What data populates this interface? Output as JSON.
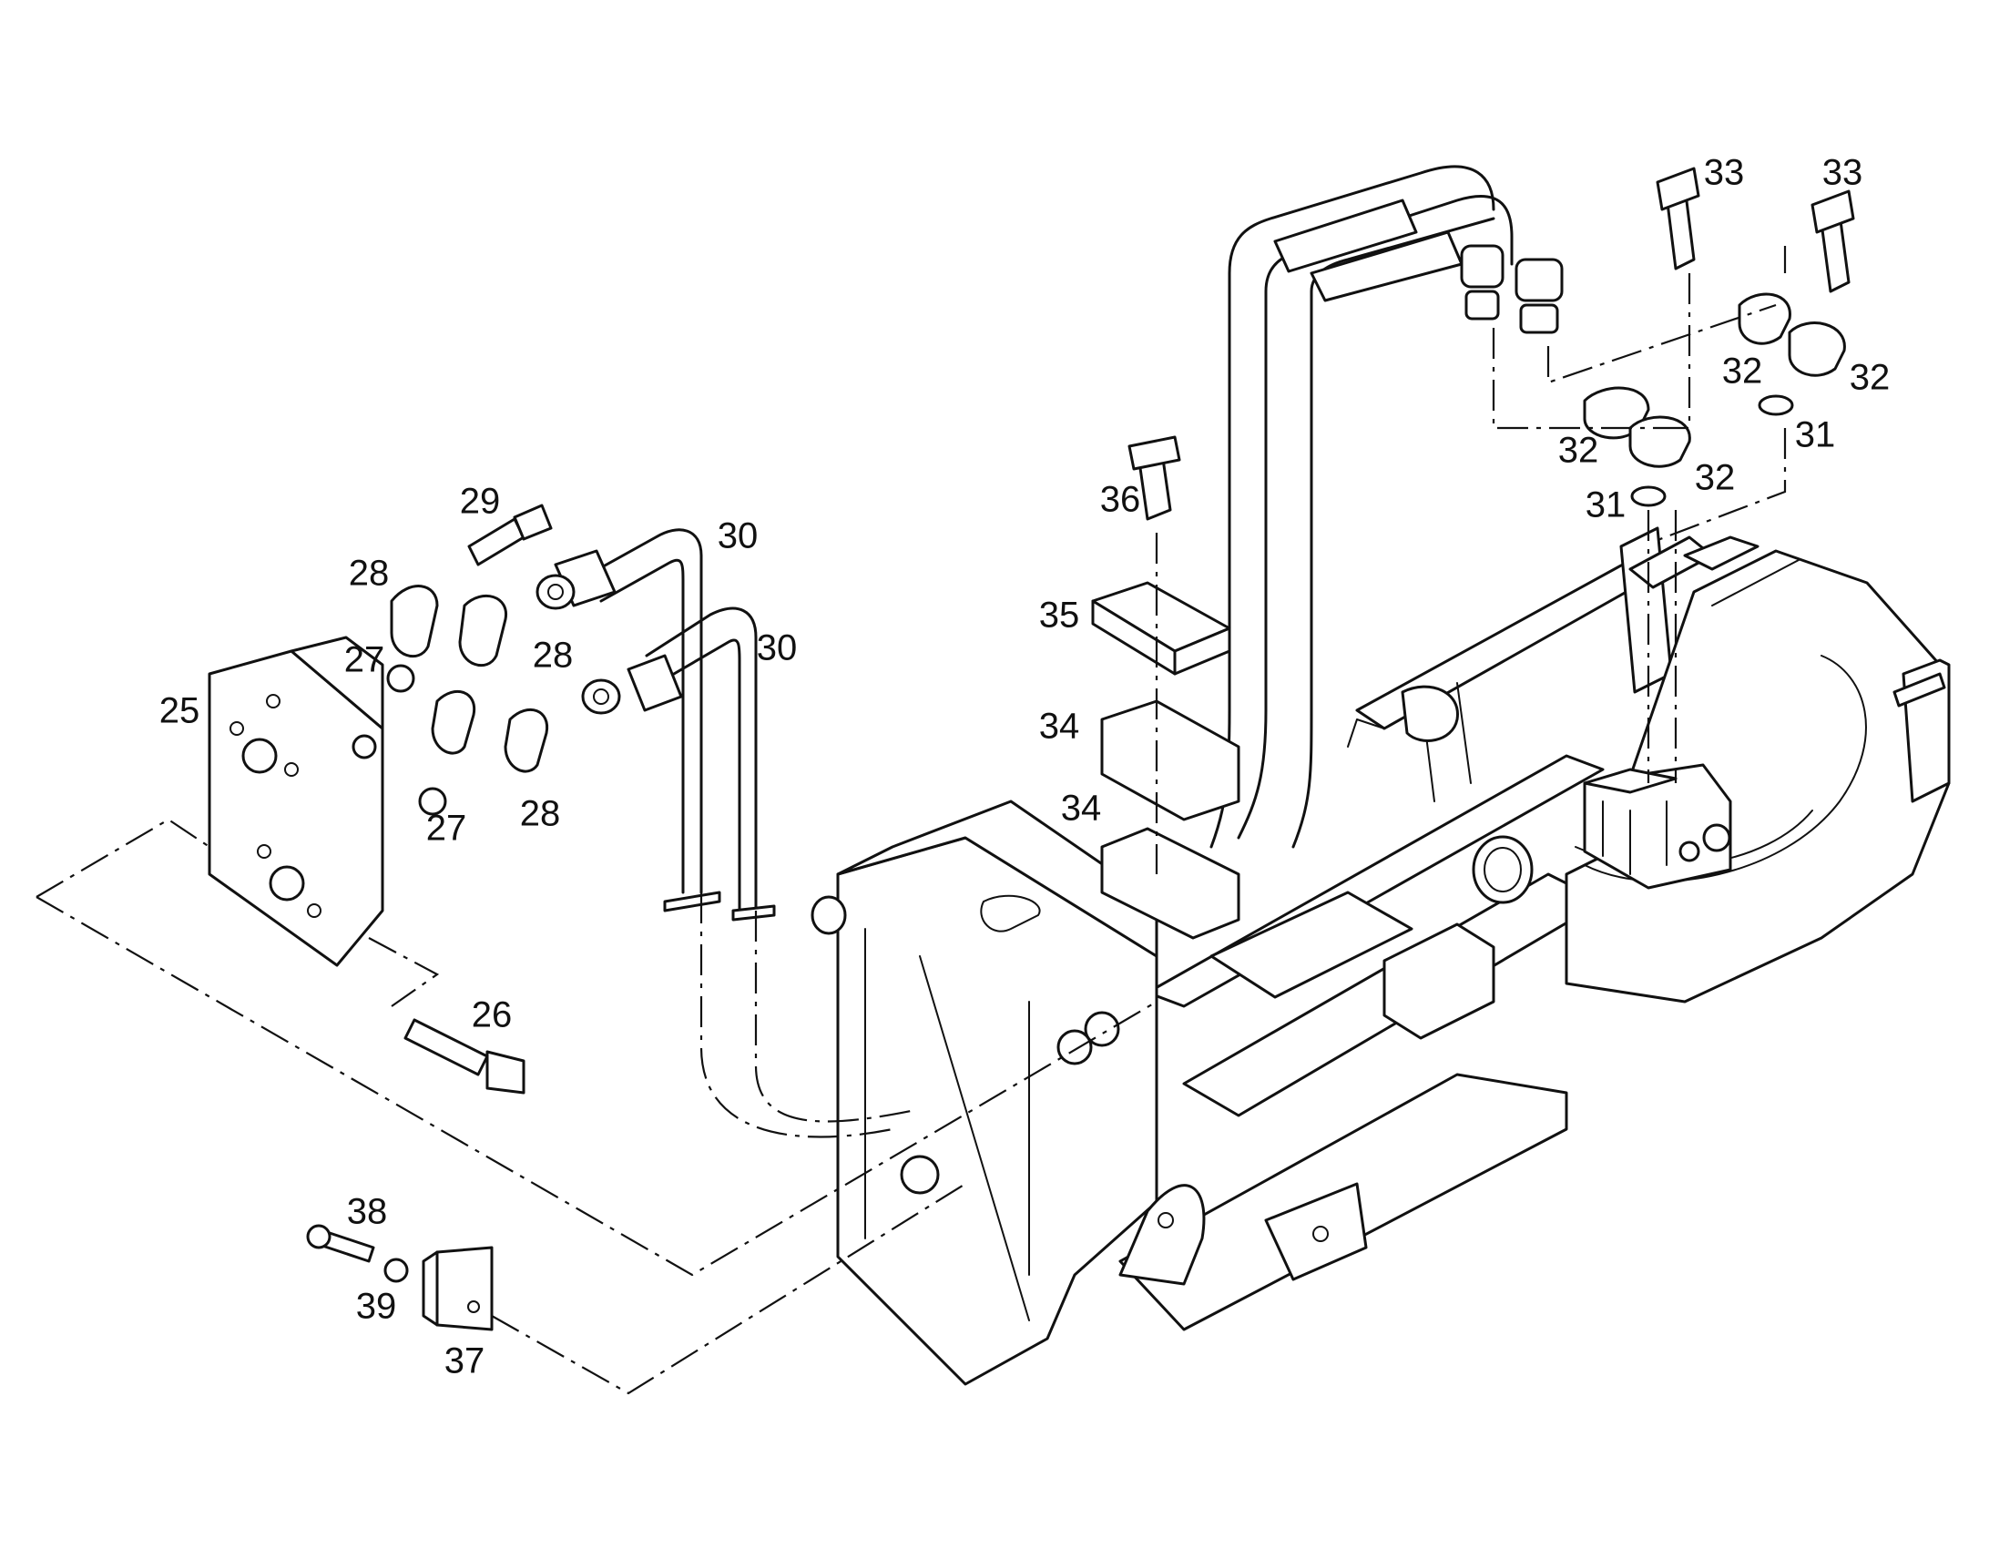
{
  "callouts": [
    {
      "id": "p25",
      "text": "25"
    },
    {
      "id": "p26",
      "text": "26"
    },
    {
      "id": "p27a",
      "text": "27"
    },
    {
      "id": "p27b",
      "text": "27"
    },
    {
      "id": "p28a",
      "text": "28"
    },
    {
      "id": "p28b",
      "text": "28"
    },
    {
      "id": "p28c",
      "text": "28"
    },
    {
      "id": "p29",
      "text": "29"
    },
    {
      "id": "p30a",
      "text": "30"
    },
    {
      "id": "p30b",
      "text": "30"
    },
    {
      "id": "p31a",
      "text": "31"
    },
    {
      "id": "p31b",
      "text": "31"
    },
    {
      "id": "p32a",
      "text": "32"
    },
    {
      "id": "p32b",
      "text": "32"
    },
    {
      "id": "p32c",
      "text": "32"
    },
    {
      "id": "p32d",
      "text": "32"
    },
    {
      "id": "p33a",
      "text": "33"
    },
    {
      "id": "p33b",
      "text": "33"
    },
    {
      "id": "p34a",
      "text": "34"
    },
    {
      "id": "p34b",
      "text": "34"
    },
    {
      "id": "p35",
      "text": "35"
    },
    {
      "id": "p36",
      "text": "36"
    },
    {
      "id": "p37",
      "text": "37"
    },
    {
      "id": "p38",
      "text": "38"
    },
    {
      "id": "p39",
      "text": "39"
    }
  ]
}
